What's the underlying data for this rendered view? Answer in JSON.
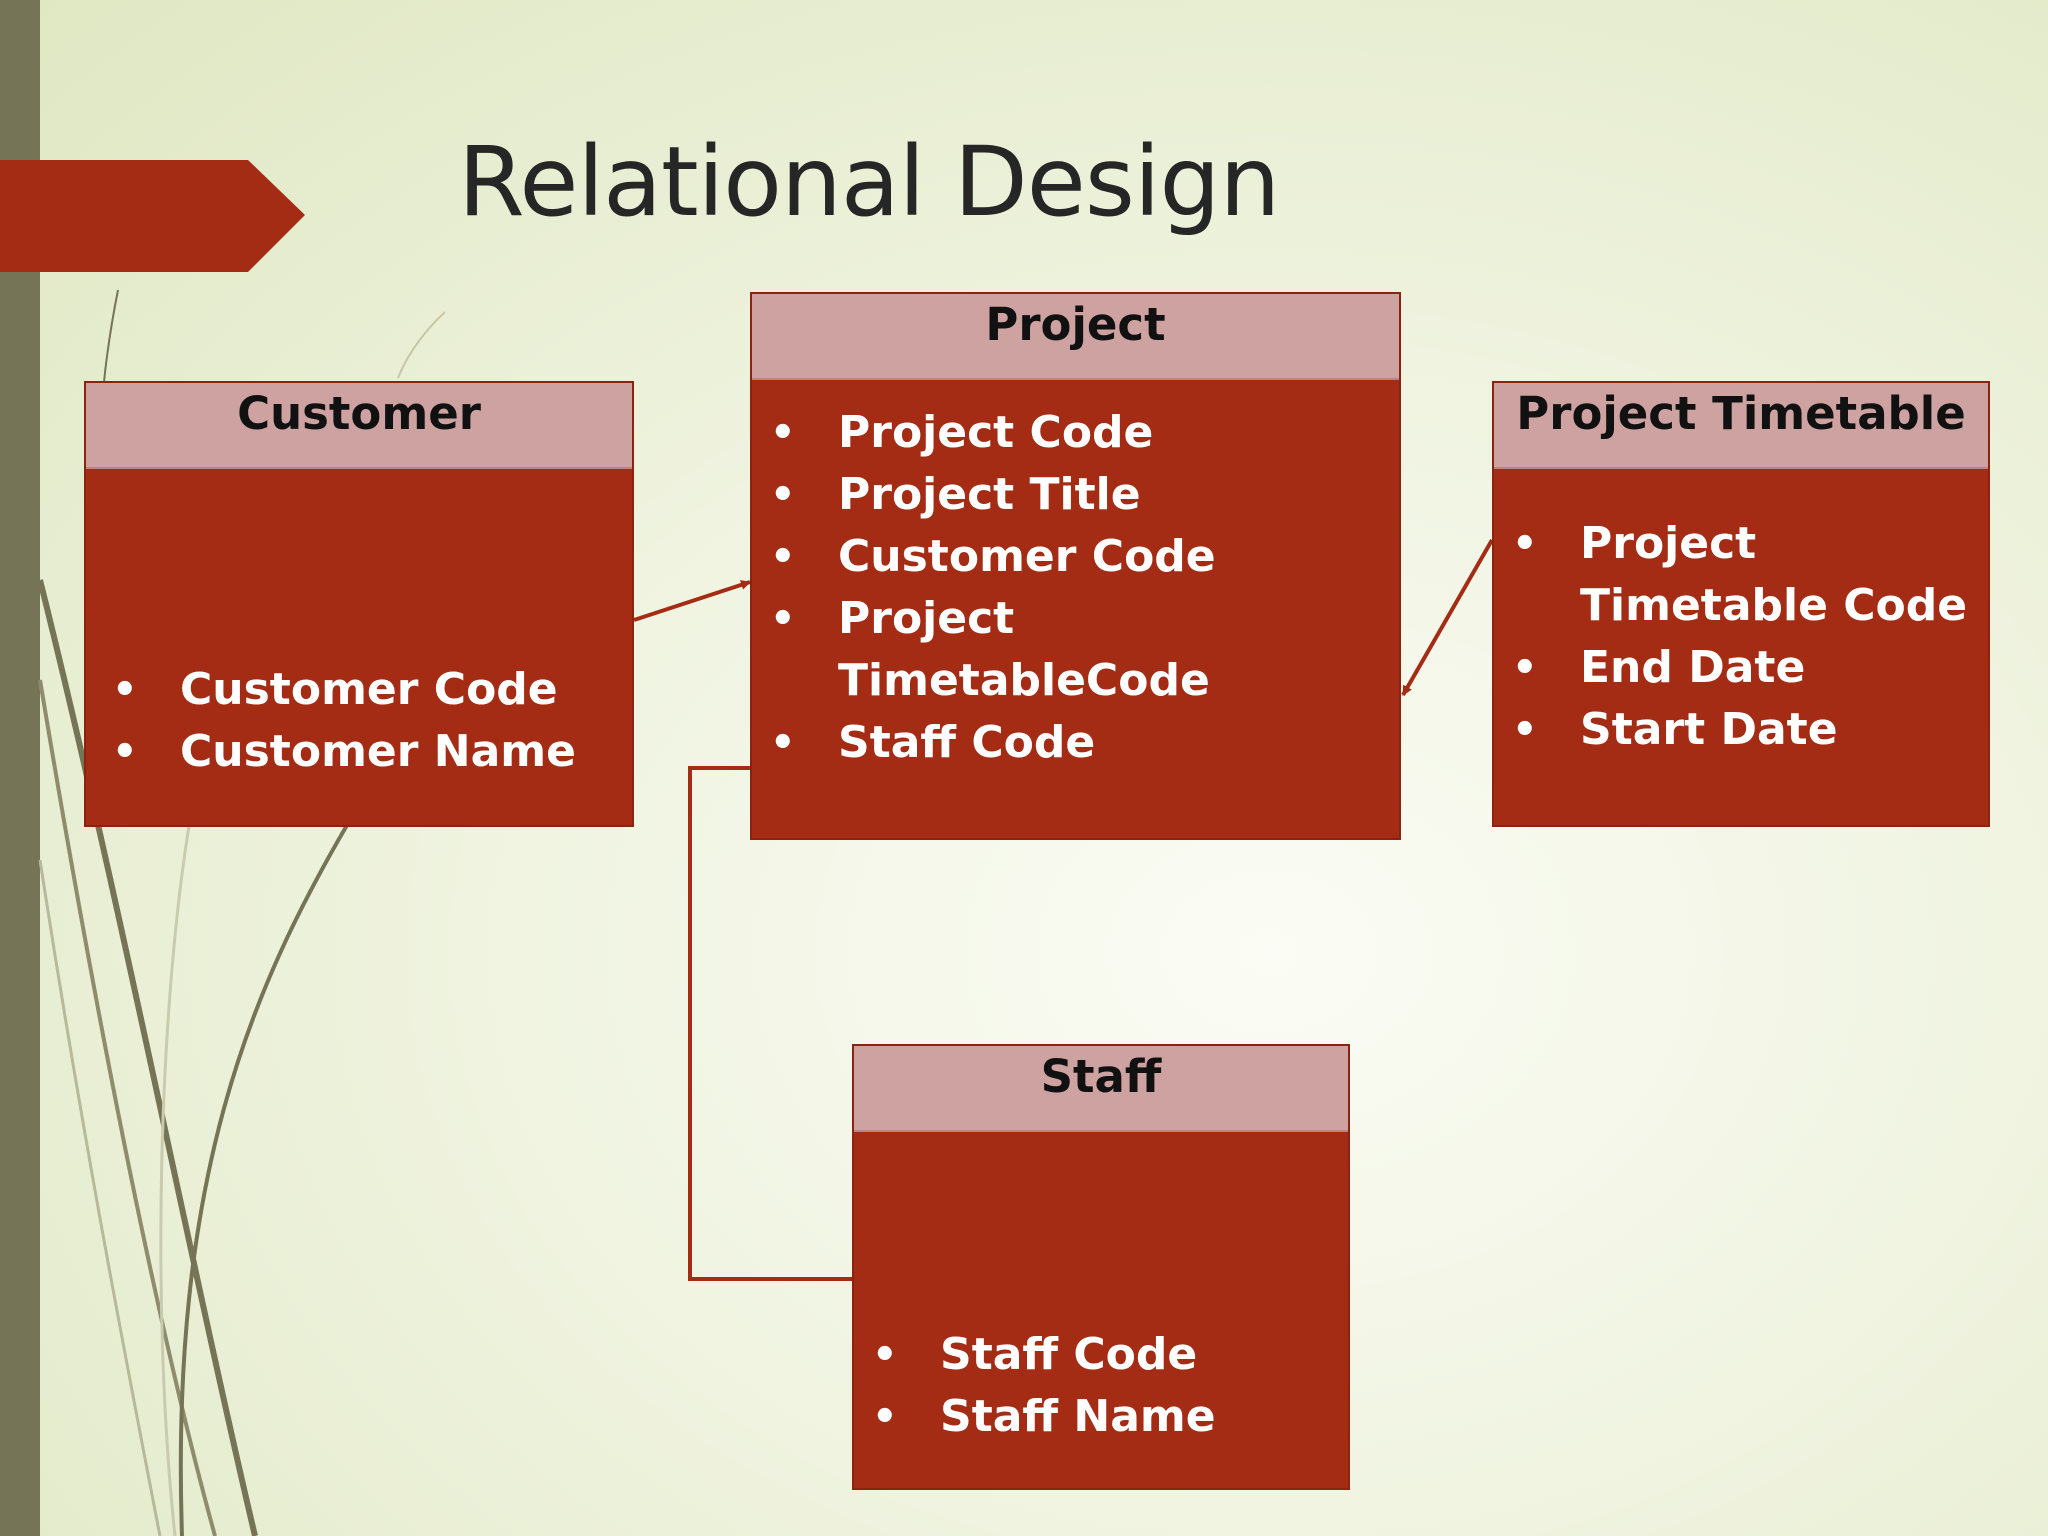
{
  "slide": {
    "title": "Relational Design",
    "accent_color": "#a42c14",
    "header_color": "#cfa2a2",
    "sidebar_color": "#767457"
  },
  "entities": {
    "customer": {
      "name": "Customer",
      "attributes": [
        "Customer Code",
        "Customer Name"
      ]
    },
    "project": {
      "name": "Project",
      "attributes": [
        "Project Code",
        "Project Title",
        "Customer Code",
        "Project",
        "TimetableCode",
        "Staff Code"
      ]
    },
    "timetable": {
      "name": "Project Timetable",
      "attributes": [
        "Project",
        "Timetable Code",
        "End Date",
        "Start Date"
      ]
    },
    "staff": {
      "name": "Staff",
      "attributes": [
        "Staff Code",
        "Staff Name"
      ]
    }
  },
  "relationships": [
    {
      "from": "Customer",
      "to": "Project"
    },
    {
      "from": "Project Timetable",
      "to": "Project"
    },
    {
      "from": "Project",
      "to": "Staff"
    }
  ]
}
